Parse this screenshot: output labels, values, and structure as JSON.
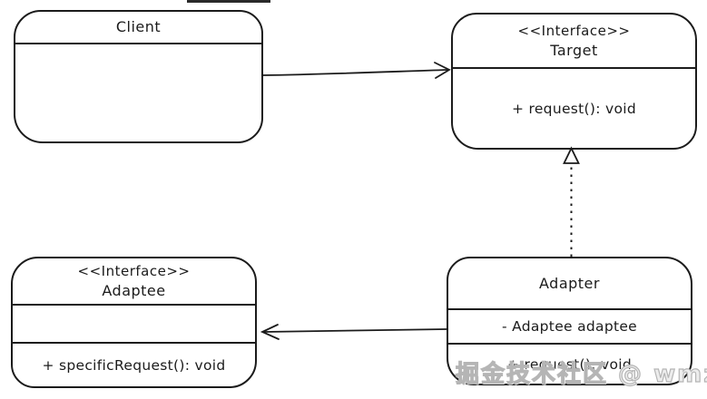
{
  "diagram": {
    "type": "uml-class-diagram",
    "pattern": "Adapter",
    "classes": {
      "client": {
        "name": "Client"
      },
      "target": {
        "stereotype": "<<Interface>>",
        "name": "Target",
        "methods": [
          "+ request(): void"
        ]
      },
      "adaptee": {
        "stereotype": "<<Interface>>",
        "name": "Adaptee",
        "methods": [
          "+ specificRequest(): void"
        ]
      },
      "adapter": {
        "name": "Adapter",
        "attributes": [
          "- Adaptee adaptee"
        ],
        "methods": [
          "+ request(): void"
        ]
      }
    },
    "relations": [
      {
        "from": "Client",
        "to": "Target",
        "type": "association"
      },
      {
        "from": "Adapter",
        "to": "Target",
        "type": "realization"
      },
      {
        "from": "Adapter",
        "to": "Adaptee",
        "type": "association"
      }
    ],
    "watermark": "掘金技术社区 @ wmze",
    "colors": {
      "stroke": "#1b1b1b",
      "background": "#ffffff",
      "watermark": "#c9c9c9"
    }
  }
}
